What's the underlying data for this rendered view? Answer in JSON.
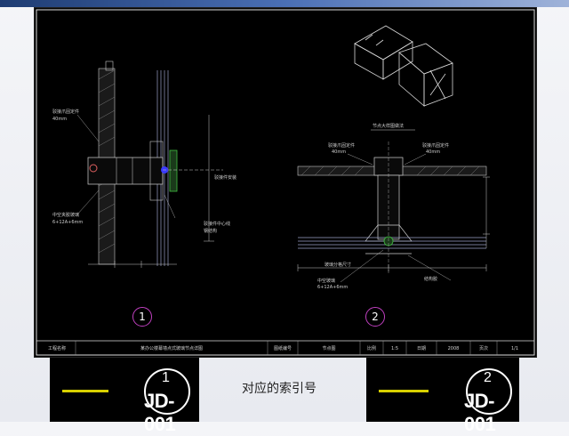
{
  "drawing": {
    "left_detail_number": "1",
    "right_detail_number": "2",
    "right_detail_title": "节点大样图做法",
    "left_annotations": [
      "驳接爪固定件",
      "40mm",
      "驳接件安装",
      "中空夹胶玻璃",
      "6+12A+6mm",
      "驳接件中心线",
      "钢结构"
    ],
    "right_annotations": [
      "驳接爪固定件",
      "40mm",
      "驳接爪固定件",
      "40mm",
      "中空玻璃",
      "6+12A+6mm",
      "玻璃分格尺寸",
      "结构胶"
    ],
    "title_block": {
      "project_label": "工程名称",
      "drawing_name": "某办公楼幕墙点式玻璃节点详图",
      "drawing_no_label": "图纸编号",
      "drawing_no": "节点图",
      "scale_label": "比例",
      "scale": "1:5",
      "date_label": "日期",
      "date": "2008",
      "sheet_label": "页次",
      "sheet": "1/1"
    }
  },
  "index": {
    "caption": "对应的索引号",
    "left": {
      "number": "1",
      "code": "JD-001"
    },
    "right": {
      "number": "2",
      "code": "JD-001"
    }
  }
}
